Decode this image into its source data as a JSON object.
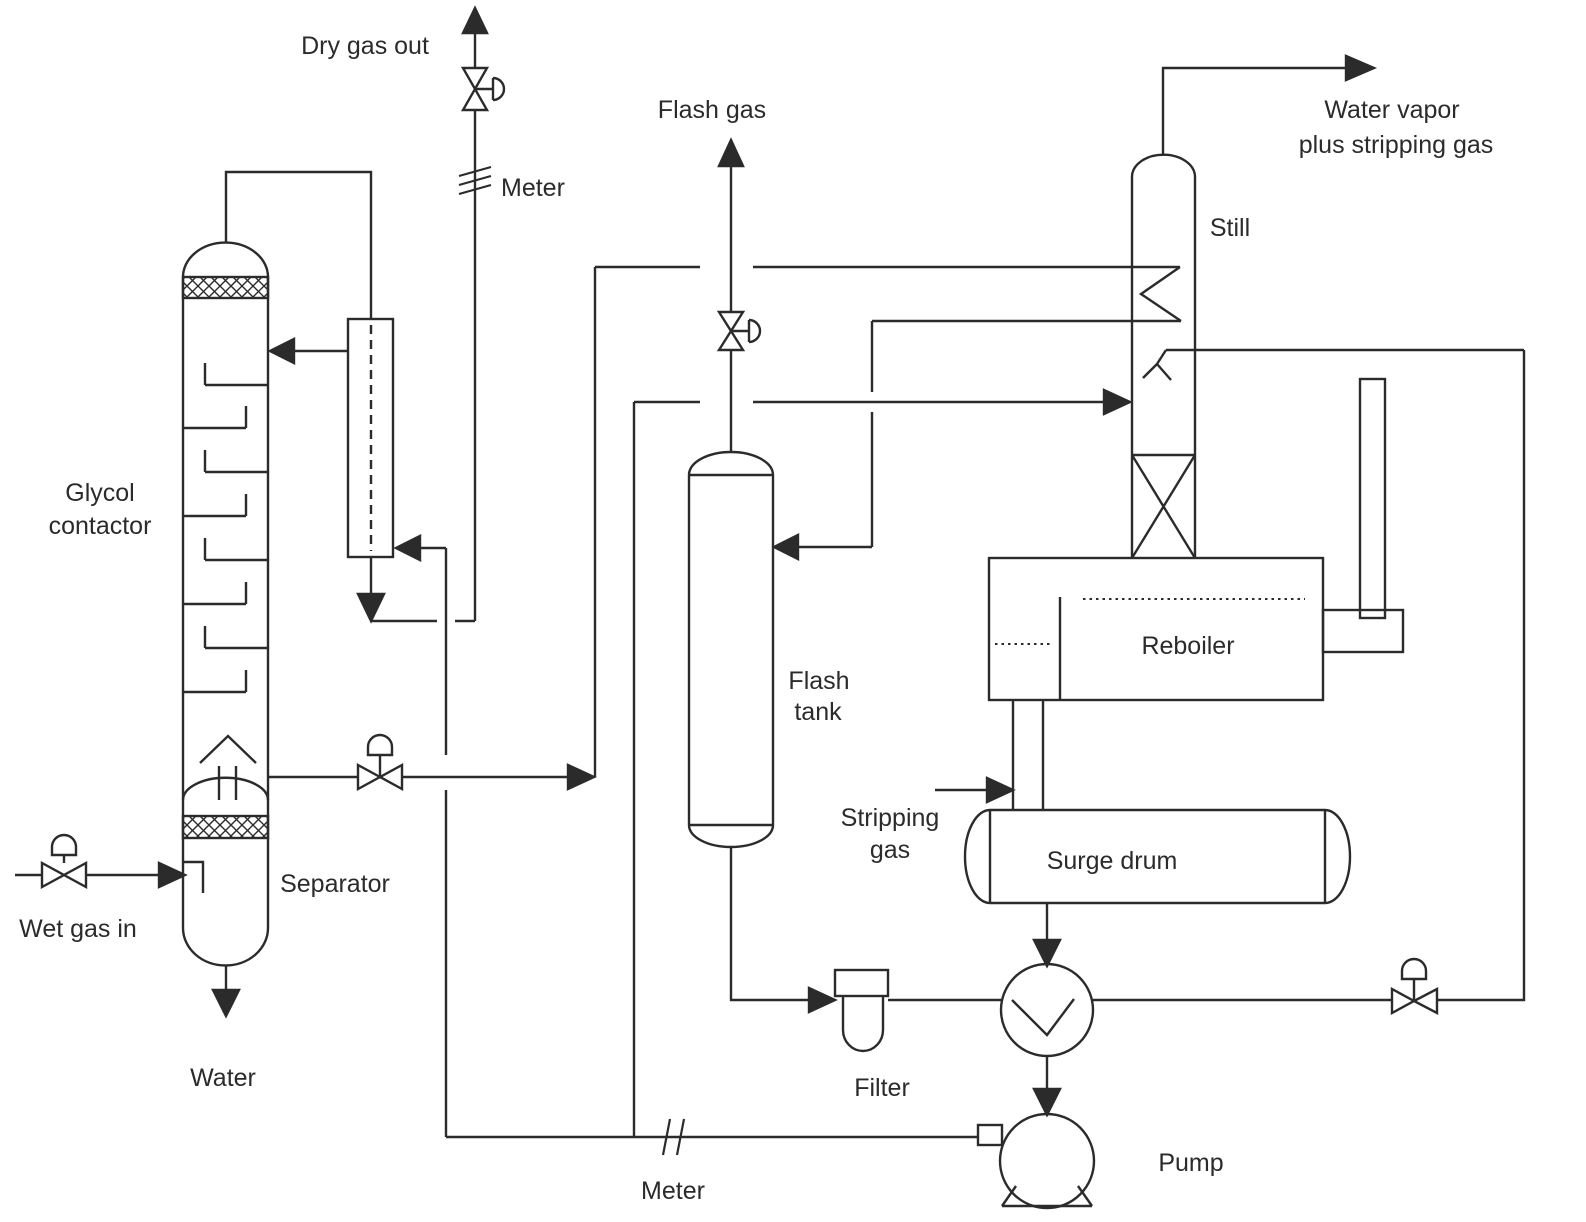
{
  "diagram": {
    "title": "Glycol dehydration process flow diagram",
    "type": "process-flow-diagram",
    "colors": {
      "line": "#2b2b2b",
      "background": "#ffffff",
      "text": "#2b2b2b"
    }
  },
  "labels": {
    "dry_gas_out": "Dry gas out",
    "meter_top": "Meter",
    "flash_gas": "Flash gas",
    "water_vapor_1": "Water vapor",
    "water_vapor_2": "plus stripping gas",
    "still": "Still",
    "contactor_1": "Glycol",
    "contactor_2": "contactor",
    "separator": "Separator",
    "wet_gas_in": "Wet gas in",
    "water": "Water",
    "flash_tank_1": "Flash",
    "flash_tank_2": "tank",
    "reboiler": "Reboiler",
    "stripping_gas_1": "Stripping",
    "stripping_gas_2": "gas",
    "surge_drum": "Surge drum",
    "filter": "Filter",
    "meter_bottom": "Meter",
    "pump": "Pump"
  }
}
